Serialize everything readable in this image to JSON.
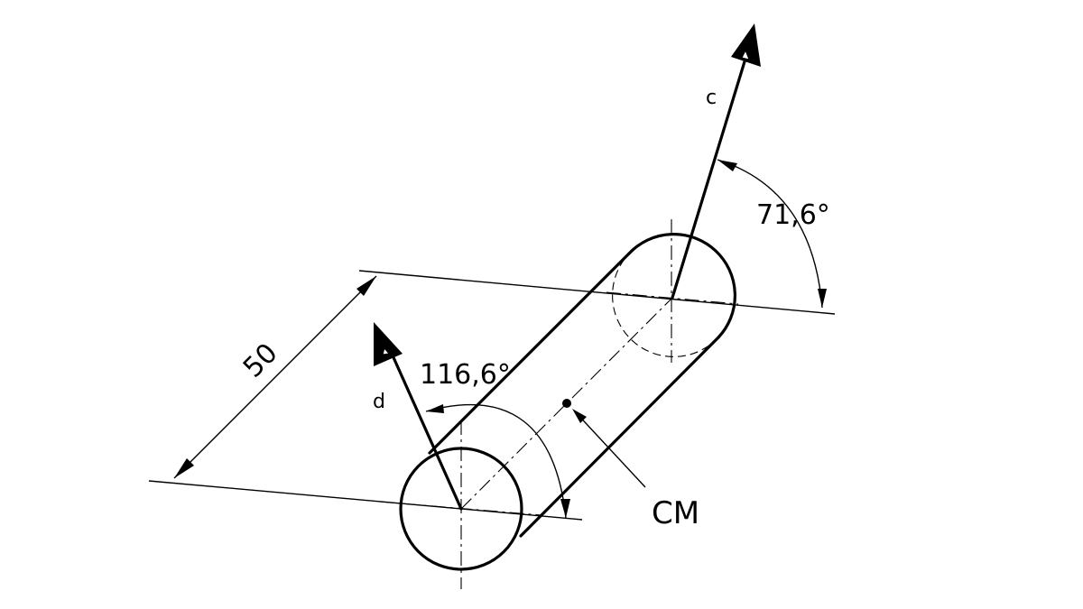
{
  "labels": {
    "force_c": "c",
    "force_d": "d",
    "angle_c": "71,6°",
    "angle_d": "116,6°",
    "dimension": "50",
    "center_of_mass": "CM"
  },
  "colors": {
    "line": "#000000",
    "background": "#ffffff"
  }
}
